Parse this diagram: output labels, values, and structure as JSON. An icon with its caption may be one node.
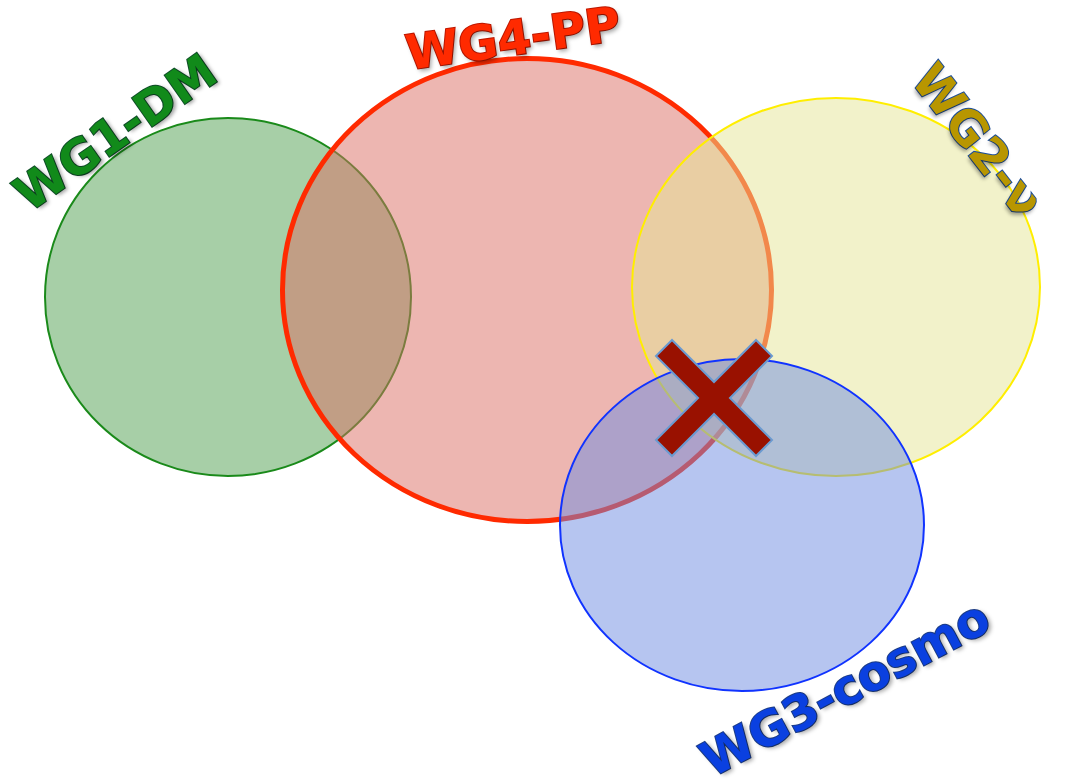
{
  "diagram": {
    "nodes": [
      {
        "text": [
          "WG1-DM"
        ]
      },
      {
        "text": [
          "WG4-PP"
        ]
      },
      {
        "text": [
          "WG2-ν"
        ]
      },
      {
        "text": [
          "WG3-cosmo"
        ]
      }
    ]
  }
}
